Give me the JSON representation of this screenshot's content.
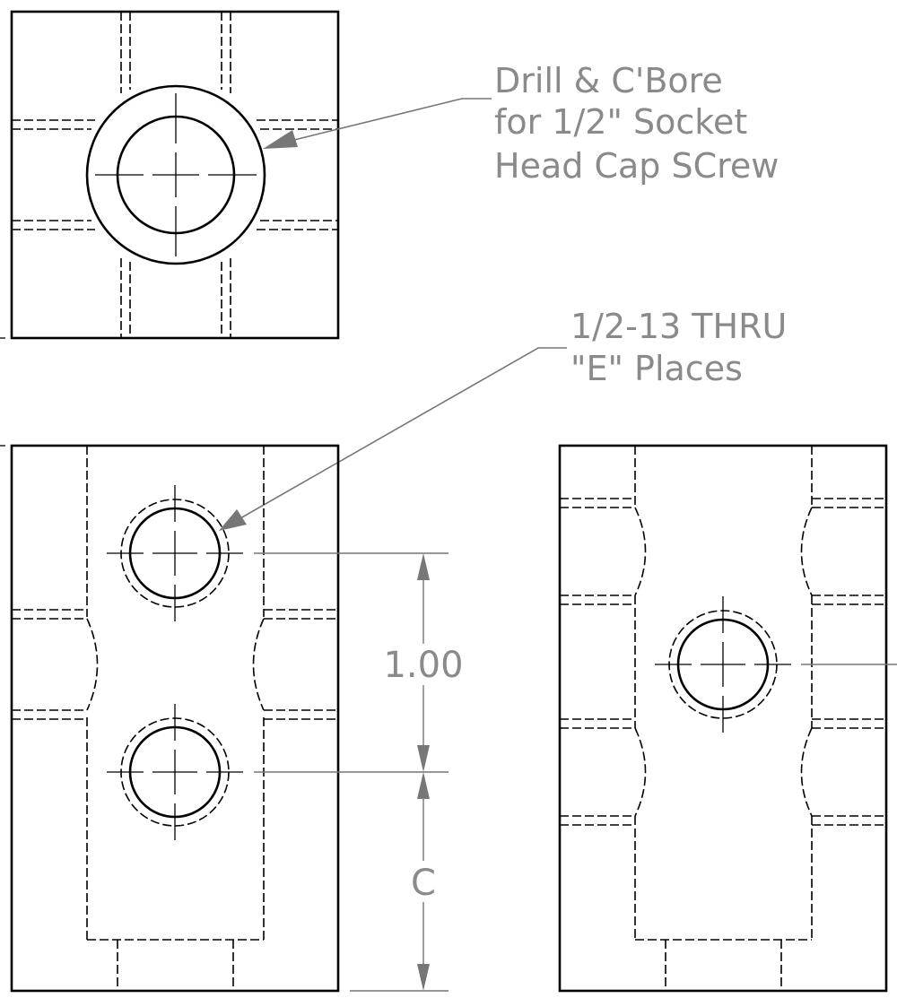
{
  "notes": {
    "counterbore": {
      "lines": [
        "Drill & C'Bore",
        "for 1/2\" Socket",
        "Head Cap SCrew"
      ]
    },
    "tapped_holes": {
      "lines": [
        "1/2-13 THRU",
        "\"E\" Places"
      ]
    }
  },
  "dimensions": {
    "hole_spacing": "1.00",
    "bottom_offset": "C"
  }
}
